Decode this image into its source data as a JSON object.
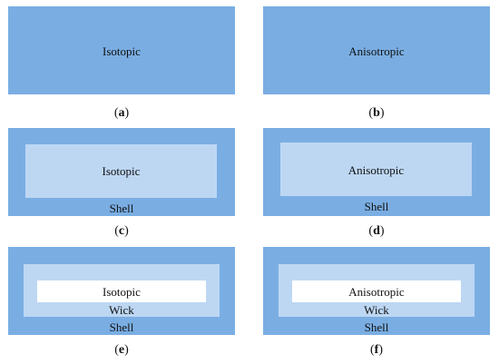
{
  "panels": [
    {
      "core": "Isotopic",
      "caption": "a"
    },
    {
      "core": "Anisotropic",
      "caption": "b"
    },
    {
      "core": "Isotopic",
      "shell": "Shell",
      "caption": "c"
    },
    {
      "core": "Anisotropic",
      "shell": "Shell",
      "caption": "d"
    },
    {
      "core": "Isotopic",
      "wick": "Wick",
      "shell": "Shell",
      "caption": "e"
    },
    {
      "core": "Anisotropic",
      "wick": "Wick",
      "shell": "Shell",
      "caption": "f"
    }
  ],
  "colors": {
    "shell": "#7aaee3",
    "inner": "#bdd7f3",
    "core": "#ffffff"
  }
}
